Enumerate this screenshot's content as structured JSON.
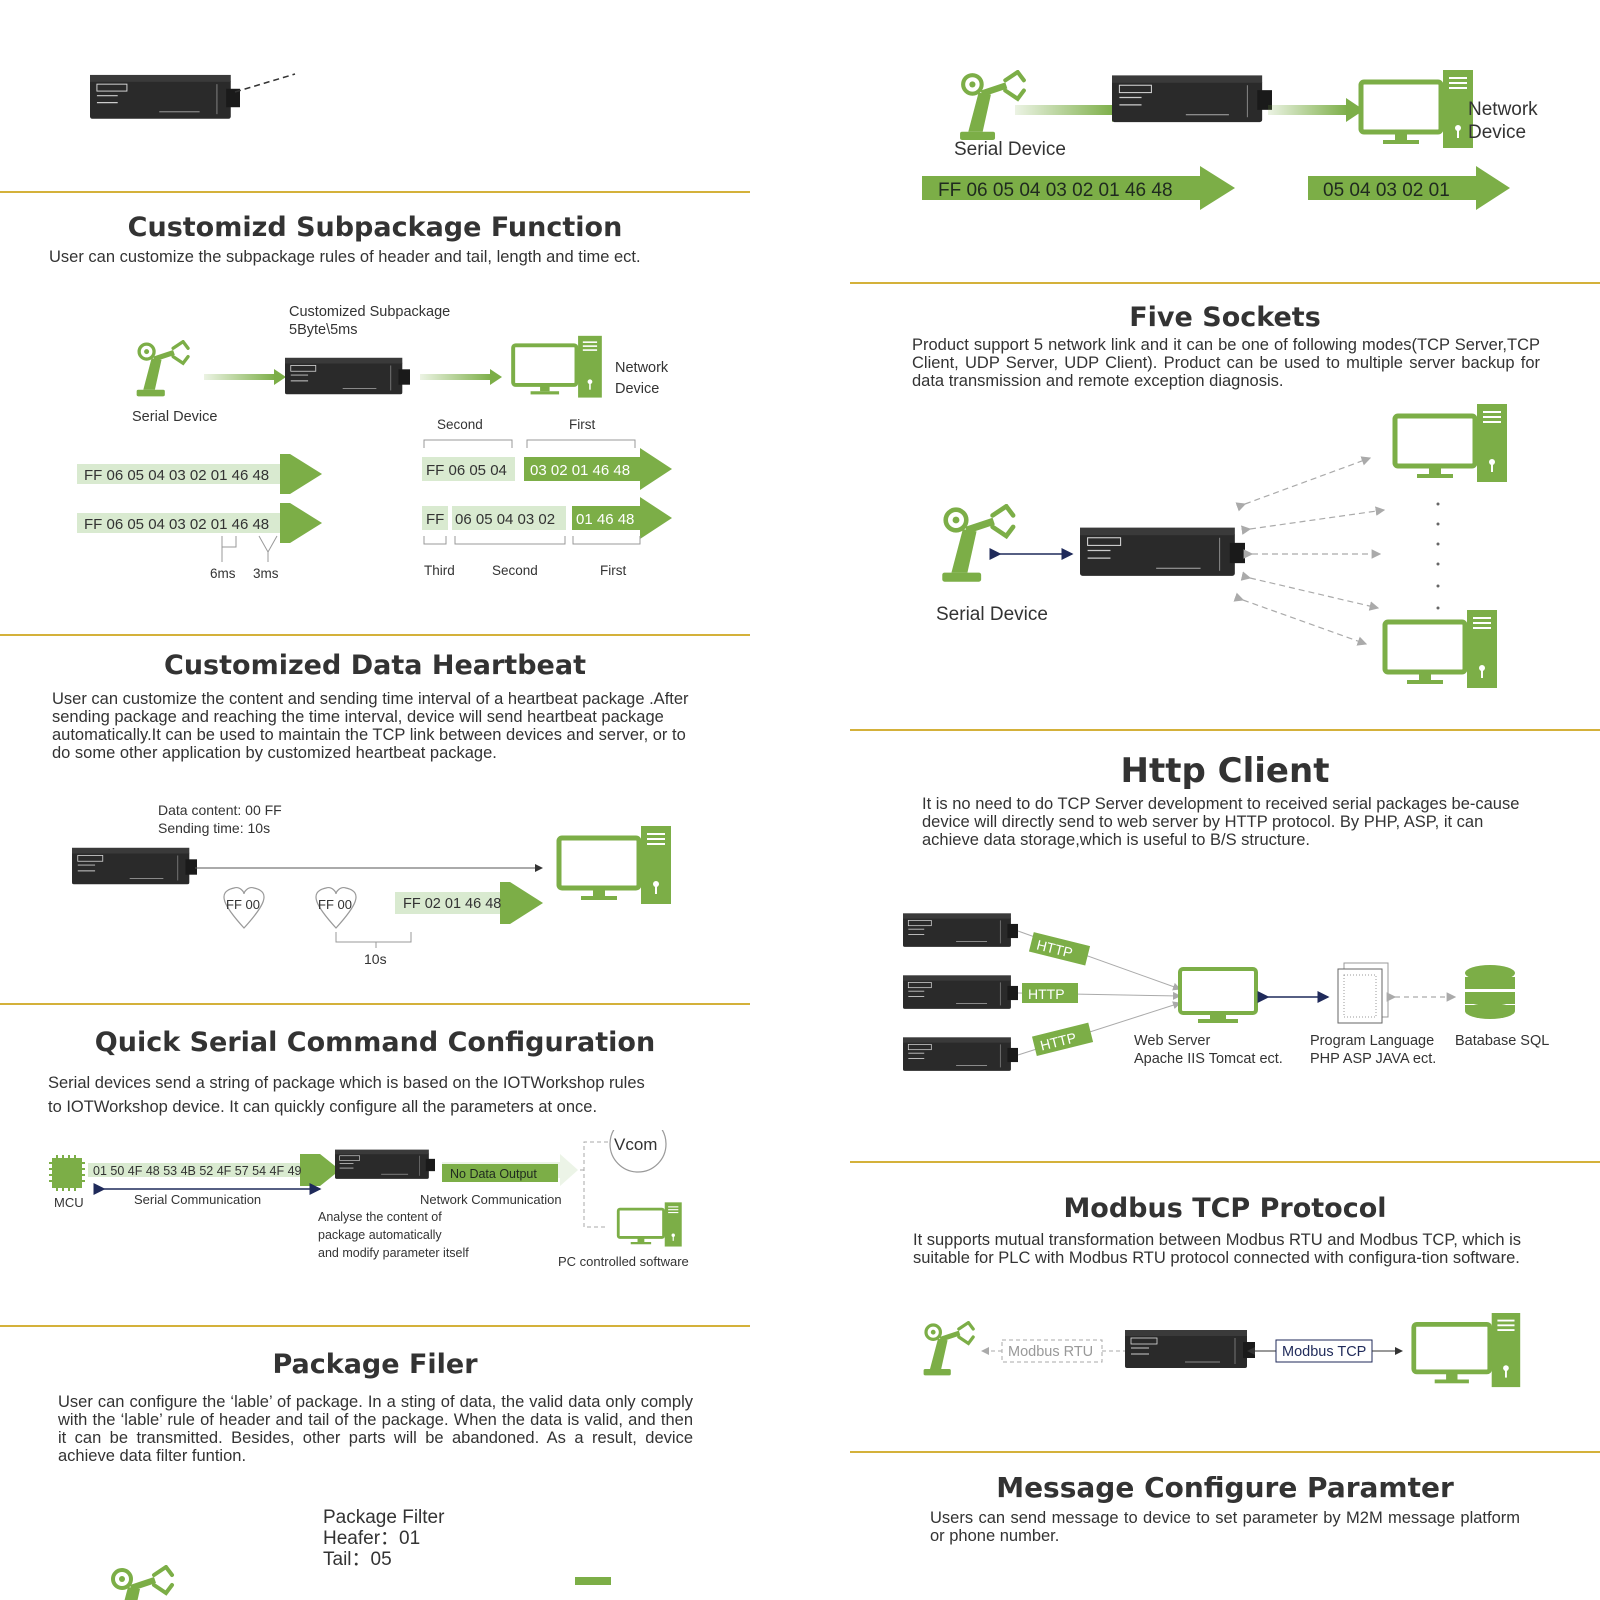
{
  "left": {
    "subpackage": {
      "title": "Customizd Subpackage Function",
      "description": "User can customize the subpackage rules of header and tail, length and time ect.",
      "diagram": {
        "caption_line1": "Customized Subpackage",
        "caption_line2": "5Byte\\5ms",
        "serial_device": "Serial Device",
        "network_device_line1": "Network",
        "network_device_line2": "Device",
        "input_packet": "FF 06 05 04 03 02 01 46 48",
        "row1_label_second": "Second",
        "row1_label_first": "First",
        "row1_seg1": "FF 06 05 04",
        "row1_seg2": "03 02 01 46 48",
        "row2_seg1": "FF",
        "row2_seg2": "06 05 04 03 02",
        "row2_seg3": "01 46 48",
        "row2_label_third": "Third",
        "row2_label_second": "Second",
        "row2_label_first": "First",
        "gap1": "6ms",
        "gap2": "3ms"
      }
    },
    "heartbeat": {
      "title": "Customized Data Heartbeat",
      "description": "User can customize the content and sending time interval of a heartbeat package .After sending package and reaching the time interval, device will send heartbeat package automatically.It can be used to maintain the TCP link between devices and server, or to do some other application by customized heartbeat package.",
      "data_content": "Data content: 00 FF",
      "sending_time": "Sending time: 10s",
      "heart1": "FF 00",
      "heart2": "FF 00",
      "packet": "FF 02 01 46 48",
      "interval": "10s"
    },
    "quick_serial": {
      "title": "Quick Serial Command Configuration",
      "description_line1": "Serial devices send a string of package which is based on the IOTWorkshop rules",
      "description_line2": "to IOTWorkshop device. It can quickly configure all the parameters at once.",
      "mcu": "MCU",
      "packet": "01 50 4F 48 53 4B 52 4F 57 54 4F 49",
      "serial_comm": "Serial Communication",
      "no_data": "No Data Output",
      "network_comm": "Network Communication",
      "analyse_line1": "Analyse the content of",
      "analyse_line2": "package automatically",
      "analyse_line3": "and modify parameter itself",
      "vcom": "Vcom",
      "pc_software": "PC controlled software"
    },
    "package_filter": {
      "title": "Package Filer",
      "description": "User can configure the ‘lable’ of package. In a sting of data, the valid data only comply with the ‘lable’ rule of header and tail of the package. When the data is valid, and then it can be transmitted. Besides, other parts will be abandoned. As a result, device achieve data filter funtion.",
      "filter_label": "Package Filter",
      "header": "Heafer：01",
      "tail": "Tail：05"
    }
  },
  "right": {
    "top_diagram": {
      "serial_device": "Serial Device",
      "network_line1": "Network",
      "network_line2": "Device",
      "packet_in": "FF 06 05 04 03 02 01 46 48",
      "packet_out": "05 04 03 02 01"
    },
    "five_sockets": {
      "title": "Five Sockets",
      "description": "Product support 5 network link and it can be one of following modes(TCP Server,TCP Client, UDP Server, UDP Client). Product can be used to multiple server backup for data transmission and remote exception diagnosis.",
      "serial_device": "Serial Device"
    },
    "http_client": {
      "title": "Http Client",
      "description": "It is no need to do TCP Server development to received serial packages be-cause device will directly send to web server by HTTP protocol. By PHP, ASP, it can achieve data storage,which is useful to B/S structure.",
      "http_tag": "HTTP",
      "web_server_line1": "Web Server",
      "web_server_line2": "Apache IIS Tomcat ect.",
      "program_line1": "Program Language",
      "program_line2": "PHP ASP JAVA ect.",
      "database": "Batabase SQL"
    },
    "modbus": {
      "title": "Modbus TCP Protocol",
      "description": "It supports mutual transformation between Modbus RTU and Modbus TCP, which is suitable for PLC with Modbus RTU protocol connected with configura-tion software.",
      "rtu": "Modbus RTU",
      "tcp": "Modbus TCP"
    },
    "message": {
      "title": "Message Configure Paramter",
      "description": "Users can send message to device to set parameter by M2M message platform or phone number."
    }
  },
  "colors": {
    "green": "#7cae47",
    "light_green": "#d9ead0",
    "rule_gold": "#d4b13a",
    "device_dark": "#2a2a2a"
  }
}
